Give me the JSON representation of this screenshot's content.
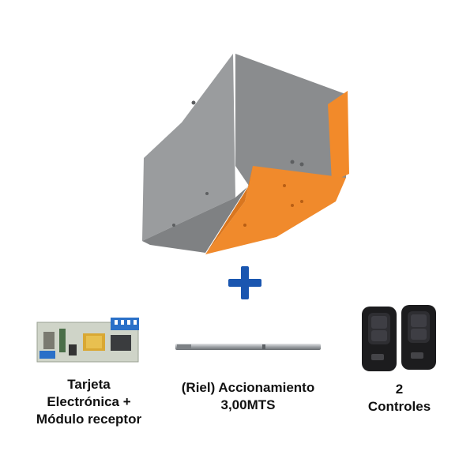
{
  "colors": {
    "motor_gray": "#8e9092",
    "motor_orange": "#f08a2c",
    "plus_blue": "#1a56b0",
    "text": "#111111"
  },
  "hero": {
    "image": "garage-door-opener-motor-housing"
  },
  "plus_sign": {
    "icon": "plus-icon"
  },
  "items": [
    {
      "image": "control-board-image",
      "caption_lines": [
        "Tarjeta",
        "Electrónica +",
        "Módulo receptor"
      ]
    },
    {
      "image": "rail-image",
      "caption_lines": [
        "(Riel) Accionamiento",
        "3,00MTS"
      ]
    },
    {
      "image": "remote-controls-image",
      "caption_lines": [
        "2",
        "Controles"
      ]
    }
  ]
}
